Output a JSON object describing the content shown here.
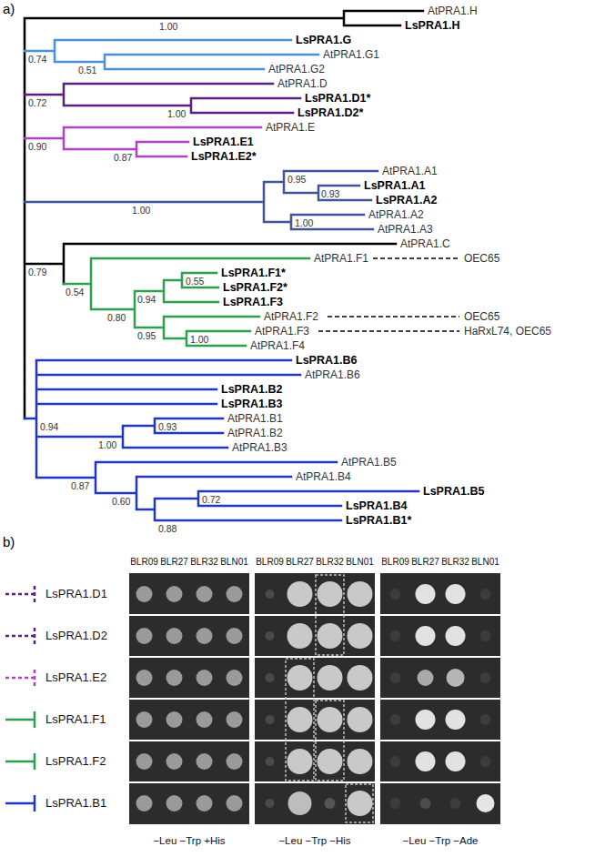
{
  "diagram": {
    "labels": [
      "a)",
      "AtPRA1.H",
      "1.00",
      "LsPRA1.H",
      "LsPRA1.G",
      "0.74",
      "0.51",
      "AtPRA1.G1",
      "AtPRA1.G2",
      "AtPRA1.D",
      "0.72",
      "LsPRA1.D1*",
      "1.00",
      "LsPRA1.D2*",
      "AtPRA1.E",
      "0.90",
      "LsPRA1.E1",
      "0.87",
      "LsPRA1.E2*",
      "AtPRA1.A1",
      "0.95",
      "LsPRA1.A1",
      "0.93",
      "LsPRA1.A2",
      "1.00",
      "AtPRA1.A2",
      "1.00",
      "AtPRA1.A3",
      "AtPRA1.C",
      "AtPRA1.F1",
      "OEC65",
      "0.79",
      "LsPRA1.F1*",
      "0.55",
      "0.54",
      "LsPRA1.F2*",
      "0.94",
      "LsPRA1.F3",
      "0.80",
      "AtPRA1.F2",
      "OEC65",
      "0.95",
      "AtPRA1.F3",
      "HaRxL74, OEC65",
      "1.00",
      "AtPRA1.F4",
      "LsPRA1.B6",
      "AtPRA1.B6",
      "LsPRA1.B2",
      "LsPRA1.B3",
      "AtPRA1.B1",
      "0.94",
      "0.93",
      "AtPRA1.B2",
      "1.00",
      "AtPRA1.B3",
      "AtPRA1.B5",
      "AtPRA1.B4",
      "0.87",
      "LsPRA1.B5",
      "0.72",
      "0.60",
      "LsPRA1.B4",
      "LsPRA1.B1*",
      "0.88",
      "b)",
      "BLR09",
      "BLR27",
      "BLR32",
      "BLN01",
      "BLR09",
      "BLR27",
      "BLR32",
      "BLN01",
      "BLR09",
      "BLR27",
      "BLR32",
      "BLN01",
      "LsPRA1.D1",
      "LsPRA1.D2",
      "LsPRA1.E2",
      "LsPRA1.F1",
      "LsPRA1.F2",
      "LsPRA1.B1",
      "−Leu  −Trp +His",
      "−Leu  −Trp −His",
      "−Leu  −Trp −Ade"
    ]
  }
}
